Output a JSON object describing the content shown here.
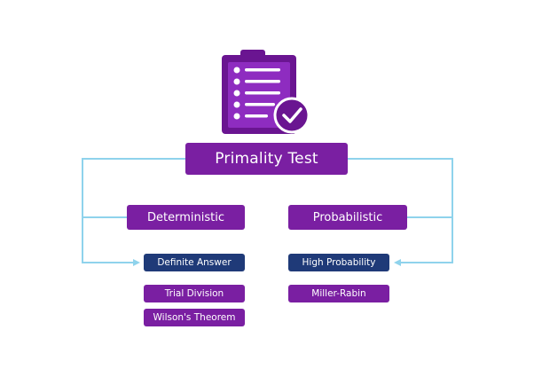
{
  "title": "Primality Test",
  "branches": {
    "deterministic": {
      "label": "Deterministic",
      "result": "Definite Answer",
      "methods": [
        "Trial Division",
        "Wilson's Theorem"
      ]
    },
    "probabilistic": {
      "label": "Probabilistic",
      "result": "High Probability",
      "methods": [
        "Miller-Rabin"
      ]
    }
  },
  "icon": "clipboard-checklist-icon",
  "colors": {
    "purple": "#7a1fa2",
    "navy": "#1f3a78",
    "connector": "#8fd3ec"
  }
}
